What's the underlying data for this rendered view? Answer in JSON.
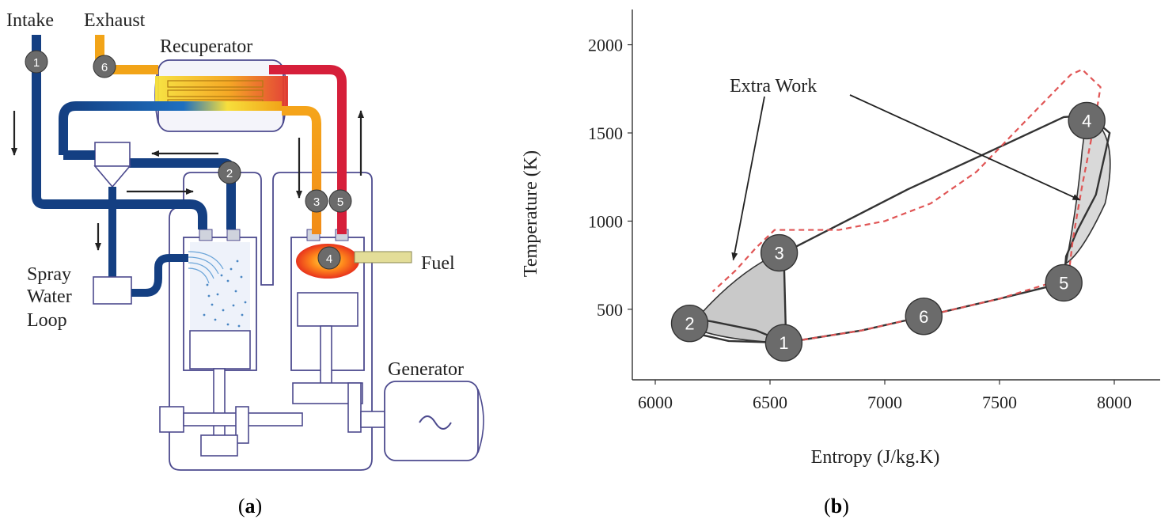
{
  "panel_a": {
    "caption_open": "(",
    "caption_letter": "a",
    "caption_close": ")",
    "labels": {
      "intake": "Intake",
      "exhaust": "Exhaust",
      "recuperator": "Recuperator",
      "spray_line1": "Spray",
      "spray_line2": "Water",
      "spray_line3": "Loop",
      "fuel": "Fuel",
      "generator": "Generator"
    },
    "nodes": [
      "1",
      "2",
      "3",
      "4",
      "5",
      "6"
    ],
    "colors": {
      "cold": "#143f82",
      "warm": "#f2a418",
      "hot": "#d61f3a",
      "node": "#6b6b6b",
      "outline": "#4c4a8e"
    },
    "icons": {
      "generator_symbol": "sine-wave-icon"
    }
  },
  "panel_b": {
    "caption_open": "(",
    "caption_letter": "b",
    "caption_close": ")",
    "annotation": "Extra Work",
    "chart_data": {
      "type": "line",
      "xlabel": "Entropy (J/kg.K)",
      "ylabel": "Temperature (K)",
      "xlim": [
        5900,
        8200
      ],
      "ylim": [
        100,
        2200
      ],
      "xticks": [
        6000,
        6500,
        7000,
        7500,
        8000
      ],
      "yticks": [
        500,
        1000,
        1500,
        2000
      ],
      "grid": false,
      "states": [
        {
          "name": "1",
          "x": 6560,
          "y": 310
        },
        {
          "name": "2",
          "x": 6150,
          "y": 420
        },
        {
          "name": "3",
          "x": 6540,
          "y": 820
        },
        {
          "name": "4",
          "x": 7880,
          "y": 1570
        },
        {
          "name": "5",
          "x": 7780,
          "y": 650
        },
        {
          "name": "6",
          "x": 7170,
          "y": 460
        }
      ],
      "series": [
        {
          "style": "solid",
          "color": "#333333",
          "x": [
            6560,
            6900,
            7170,
            7500,
            7780,
            7790,
            7840,
            7920,
            7980,
            7890,
            7780,
            7500,
            7100,
            6800,
            6620,
            6560,
            6570,
            6440,
            6250,
            6110,
            6150,
            6320,
            6560
          ],
          "y": [
            310,
            380,
            460,
            560,
            650,
            800,
            950,
            1150,
            1500,
            1600,
            1590,
            1420,
            1180,
            980,
            860,
            820,
            310,
            380,
            430,
            460,
            370,
            320,
            310
          ]
        },
        {
          "style": "dashed",
          "color": "#e05555",
          "x": [
            6560,
            6900,
            7170,
            7500,
            7800,
            7820,
            7860,
            7920,
            7940,
            7860,
            7810,
            7600,
            7400,
            7200,
            7000,
            6800,
            6650,
            6520,
            6440,
            6350,
            6250
          ],
          "y": [
            310,
            380,
            460,
            560,
            680,
            900,
            1200,
            1600,
            1760,
            1860,
            1830,
            1550,
            1280,
            1100,
            1000,
            950,
            950,
            950,
            850,
            720,
            600
          ]
        }
      ]
    }
  }
}
